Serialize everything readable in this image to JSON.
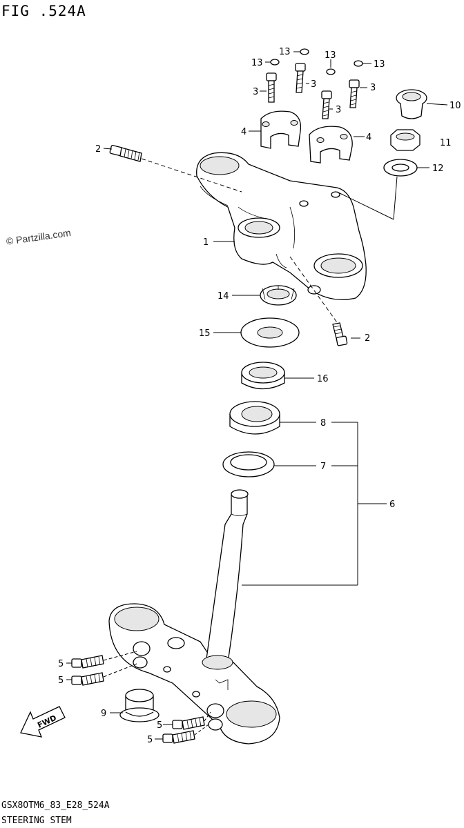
{
  "header": {
    "figure_title": "FIG .524A"
  },
  "watermark": {
    "text": "© Partzilla.com"
  },
  "footer": {
    "code": "GSX8OTM6_83_E28_524A",
    "title": "STEERING STEM"
  },
  "fwd_label": "FWD",
  "callouts": {
    "c1": "1",
    "c2a": "2",
    "c2b": "2",
    "c3a": "3",
    "c3b": "3",
    "c3c": "3",
    "c3d": "3",
    "c4a": "4",
    "c4b": "4",
    "c5a": "5",
    "c5b": "5",
    "c5c": "5",
    "c5d": "5",
    "c6": "6",
    "c7": "7",
    "c8": "8",
    "c9": "9",
    "c10": "10",
    "c11": "11",
    "c12": "12",
    "c13a": "13",
    "c13b": "13",
    "c13c": "13",
    "c13d": "13",
    "c14": "14",
    "c15": "15",
    "c16": "16"
  }
}
